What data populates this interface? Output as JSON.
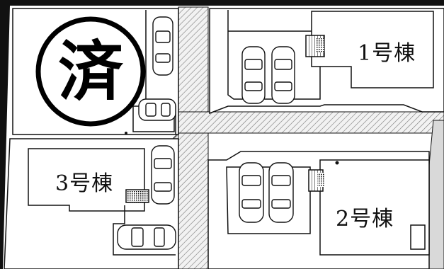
{
  "stamp": {
    "text": "済",
    "icon": "sold-stamp-icon"
  },
  "buildings": [
    {
      "id": "building-1",
      "label": "1号棟"
    },
    {
      "id": "building-2",
      "label": "2号棟"
    },
    {
      "id": "building-3",
      "label": "3号棟"
    }
  ],
  "colors": {
    "line": "#111111",
    "paper": "#ffffff",
    "road_hatch": "#bbbbbb",
    "background": "#111111"
  }
}
